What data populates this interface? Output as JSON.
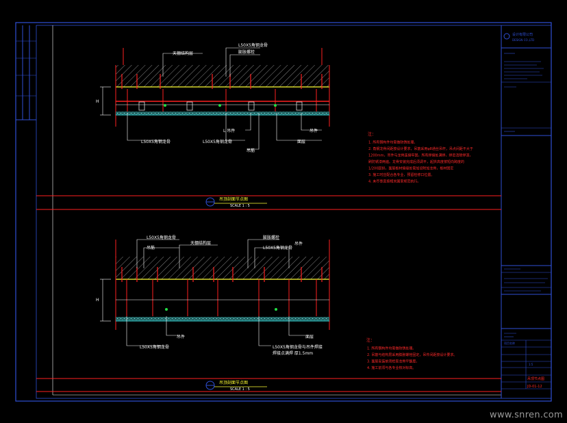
{
  "colors": {
    "background": "#000000",
    "frame_blue": "#2f4fd6",
    "section_red": "#ff2020",
    "note_red": "#ff2a2a",
    "label_white": "#ffffff",
    "yellow": "#ffff33",
    "green": "#22dd44",
    "cyan": "#33cccc",
    "magenta": "#ff33ff",
    "watermark_gray": "#9a9a9a"
  },
  "watermark": "www.snren.com",
  "detail_top": {
    "callouts": {
      "l50x5_top": "L50X5角钢龙骨",
      "top_left": "天棚结构层",
      "top_right": "膨胀螺栓",
      "bottom_left": "L50X5角钢龙骨",
      "bottom_mid": "L50X5角钢龙骨",
      "bottom_center": "吊筋",
      "bottom_right": "面层",
      "small_right": "吊件",
      "small_center": "L 吊件"
    },
    "dim": "H",
    "title": "吊顶剖面节点图",
    "subtitle": "SCALE 1 : 5"
  },
  "detail_bottom": {
    "callouts": {
      "top_a": "L50X5角钢龙骨",
      "top_b": "天棚结构层",
      "top_c": "膨胀螺栓",
      "top_d": "L50X5角钢龙骨",
      "top_e": "吊筋",
      "top_f": "吊件",
      "bottom_left": "L50X5角钢龙骨",
      "bottom_mid": "吊件",
      "bottom_right_1": "L50X5角钢龙骨与吊件焊接",
      "bottom_right_2": "面层",
      "bottom_right_3": "焊接点满焊 厚1.5mm"
    },
    "dim": "H",
    "title": "吊顶剖面节点图",
    "subtitle": "SCALE 1 : 5"
  },
  "notes_top": {
    "heading": "注：",
    "lines": [
      "1. 所有钢构件均需做防锈处理。",
      "2. 角钢龙骨间距按设计要求，吊筋采用φ8通丝吊杆，吊点间距不大于",
      "   1200mm，吊件与龙骨连接牢固，所有焊接处满焊，焊后清除焊渣，",
      "   刷防锈漆两遍。龙骨安装完成后须调平，起拱高度按短向跨度的",
      "   1/200起拱，面层板材接缝处需加设附加龙骨，板材固定",
      "3. 施工时应配合各专业，预留检修口位置。",
      "4. 未尽事宜按相关国家规范执行。"
    ]
  },
  "notes_bottom": {
    "heading": "注：",
    "lines": [
      "1. 所有钢构件均需做防锈处理。",
      "2. 吊筋与结构层采用膨胀螺栓固定，吊件间距按设计要求。",
      "3. 面层安装前须检查龙骨平整度。",
      "4. 施工前须与各专业核对标高。"
    ]
  },
  "title_block": {
    "company": "设计有限公司",
    "company_en": "DESIGN CO.,LTD",
    "project": "项目名称",
    "drawing_title": "吊顶节点图",
    "drawing_no": "JD-01-12",
    "scale": "1:5"
  }
}
